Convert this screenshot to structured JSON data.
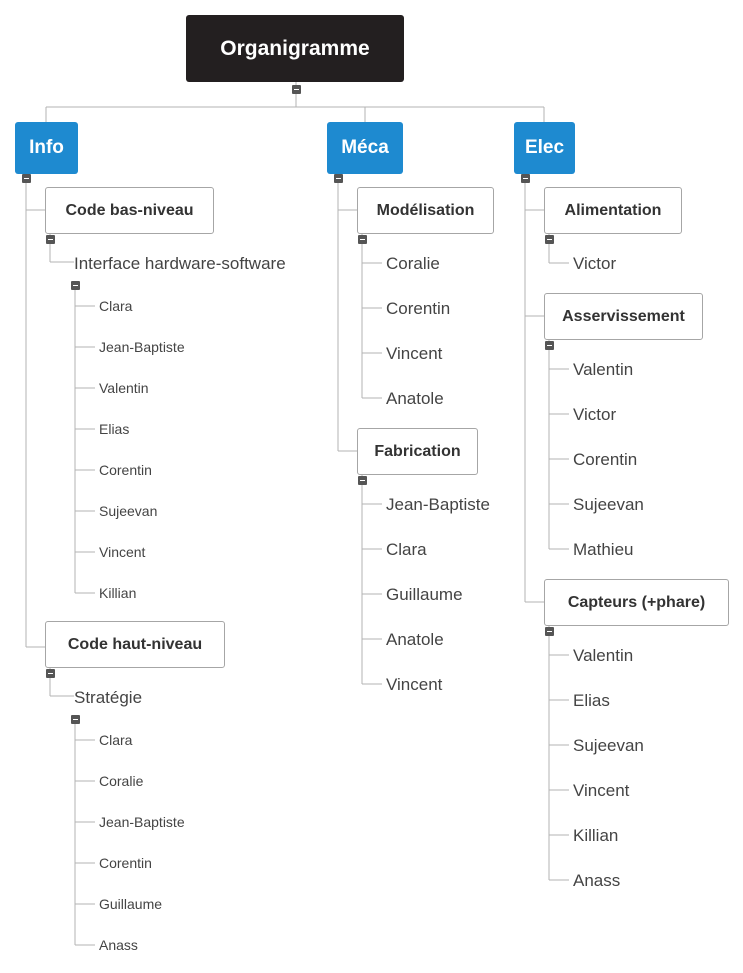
{
  "title": "Organigramme",
  "departments": [
    {
      "name": "Info",
      "groups": [
        {
          "name": "Code bas-niveau",
          "subgroup": "Interface hardware-software",
          "members": [
            "Clara",
            "Jean-Baptiste",
            "Valentin",
            "Elias",
            "Corentin",
            "Sujeevan",
            "Vincent",
            "Killian"
          ]
        },
        {
          "name": "Code haut-niveau",
          "subgroup": "Stratégie",
          "members": [
            "Clara",
            "Coralie",
            "Jean-Baptiste",
            "Corentin",
            "Guillaume",
            "Anass"
          ]
        }
      ]
    },
    {
      "name": "Méca",
      "groups": [
        {
          "name": "Modélisation",
          "members": [
            "Coralie",
            "Corentin",
            "Vincent",
            "Anatole"
          ]
        },
        {
          "name": "Fabrication",
          "members": [
            "Jean-Baptiste",
            "Clara",
            "Guillaume",
            "Anatole",
            "Vincent"
          ]
        }
      ]
    },
    {
      "name": "Elec",
      "groups": [
        {
          "name": "Alimentation",
          "members": [
            "Victor"
          ]
        },
        {
          "name": "Asservissement",
          "members": [
            "Valentin",
            "Victor",
            "Corentin",
            "Sujeevan",
            "Mathieu"
          ]
        },
        {
          "name": "Capteurs (+phare)",
          "members": [
            "Valentin",
            "Elias",
            "Sujeevan",
            "Vincent",
            "Killian",
            "Anass"
          ]
        }
      ]
    }
  ],
  "colors": {
    "root_bg": "#231f20",
    "dept_bg": "#1e8ad0",
    "box_border": "#a6a6a6",
    "connector": "#b3b3b3",
    "toggle": "#555555"
  },
  "icons": {
    "collapse_toggle": "collapse-toggle-icon"
  }
}
